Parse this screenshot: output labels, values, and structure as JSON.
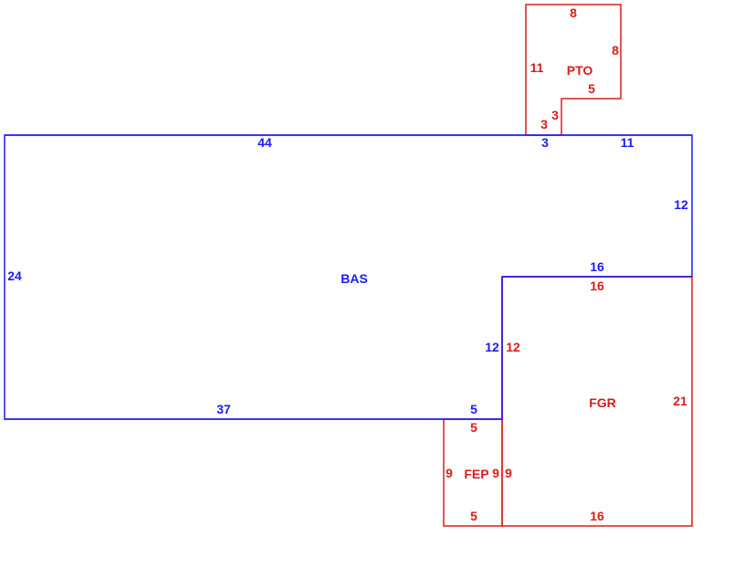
{
  "colors": {
    "main_building": "#1a1aff",
    "addition": "#dd1a1a",
    "background": "#ffffff"
  },
  "areas": {
    "bas": {
      "code": "BAS",
      "color_role": "main_building"
    },
    "pto": {
      "code": "PTO",
      "color_role": "addition"
    },
    "fgr": {
      "code": "FGR",
      "color_role": "addition"
    },
    "fep": {
      "code": "FEP",
      "color_role": "addition"
    }
  },
  "dimensions": {
    "bas_top_left": "44",
    "bas_top_mid": "3",
    "bas_top_right": "11",
    "bas_right_upper": "12",
    "bas_left": "24",
    "bas_step_top": "16",
    "bas_step_side": "12",
    "bas_bottom": "37",
    "bas_bottom_step": "5",
    "pto_top": "8",
    "pto_right": "8",
    "pto_left": "11",
    "pto_bottom": "5",
    "pto_notch_side": "3",
    "pto_notch_bottom": "3",
    "fgr_top": "16",
    "fgr_left": "12",
    "fgr_right": "21",
    "fgr_bottom": "16",
    "fep_top": "5",
    "fep_left": "9",
    "fep_right": "9",
    "fep_right_fgr": "9",
    "fep_bottom": "5"
  }
}
